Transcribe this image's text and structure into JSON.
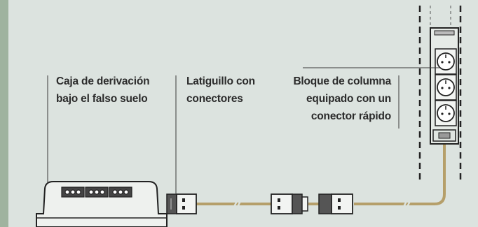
{
  "labels": {
    "junction_box": [
      "Caja de derivación",
      "bajo el falso suelo"
    ],
    "patch_cord": [
      "Latiguillo con",
      "conectores"
    ],
    "column_block": [
      "Bloque de columna",
      "equipado con un",
      "conector rápido"
    ]
  },
  "colors": {
    "background": "#dce3df",
    "left_bar": "#9fb39f",
    "cable": "#b59f6a",
    "text": "#2b2b2b",
    "line": "#3a3a3a"
  },
  "icons": [
    "junction-box-icon",
    "plug-connector-icon",
    "socket-column-icon",
    "outlet-icon"
  ]
}
